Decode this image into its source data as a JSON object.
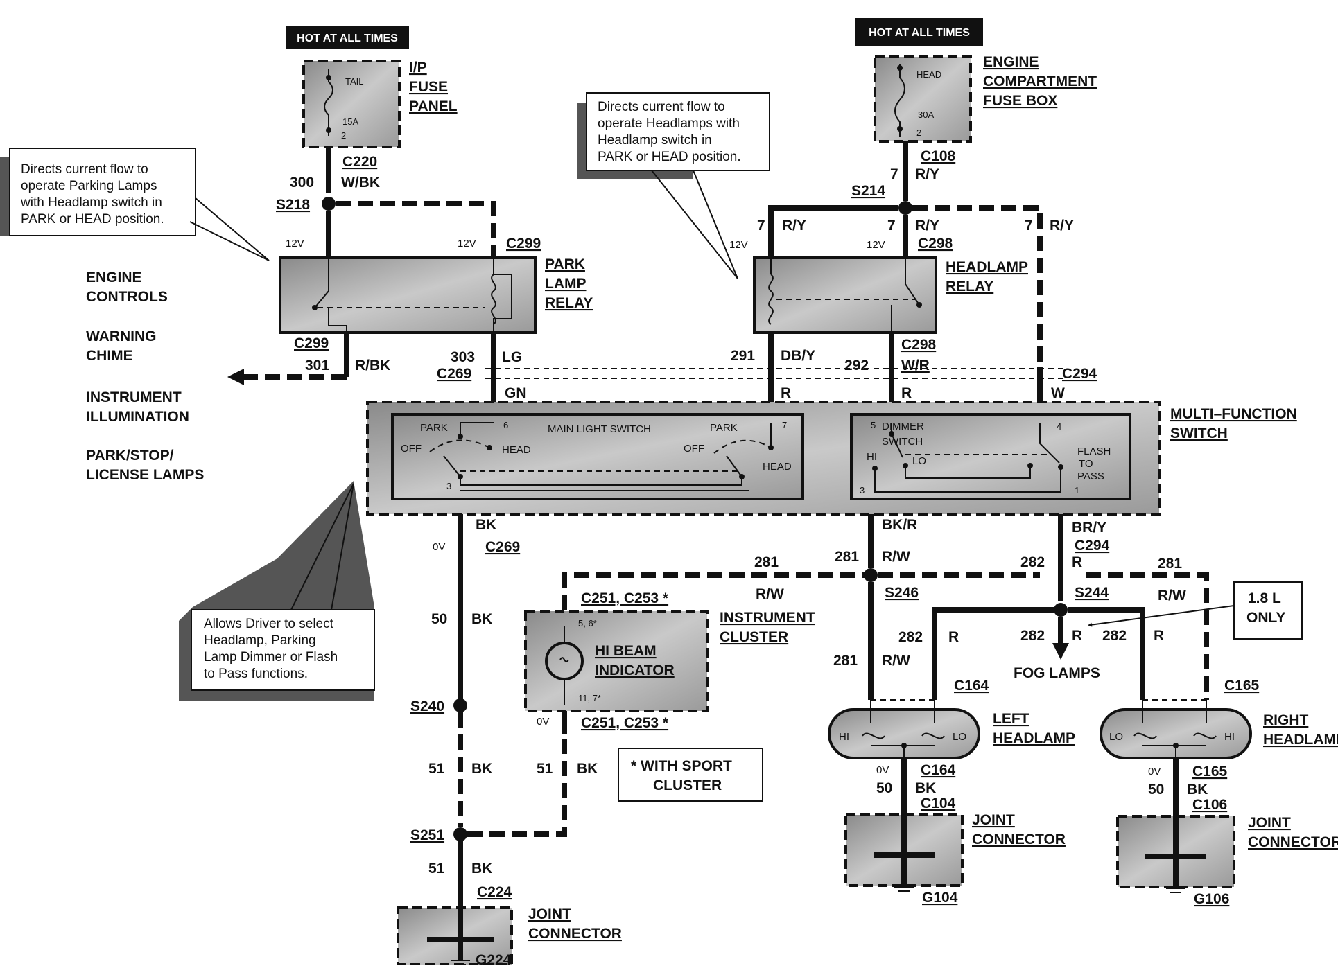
{
  "notes": {
    "hot1": "HOT AT ALL TIMES",
    "hot2": "HOT AT ALL TIMES",
    "park_callout": [
      "Directs current flow to",
      "operate Parking Lamps",
      "with Headlamp switch in",
      "PARK or HEAD position."
    ],
    "head_callout": [
      "Directs current flow to",
      "operate Headlamps with",
      "Headlamp switch in",
      "PARK or HEAD position."
    ],
    "mfs_callout": [
      "Allows Driver to select",
      "Headlamp, Parking",
      "Lamp Dimmer or Flash",
      "to Pass functions."
    ],
    "sport": [
      "*  WITH SPORT",
      "CLUSTER"
    ],
    "engine_only": [
      "1.8 L",
      "ONLY"
    ]
  },
  "components": {
    "ip_fuse": [
      "I/P",
      "FUSE",
      "PANEL"
    ],
    "ip_fuse_tail": "TAIL",
    "ip_fuse_amp": "15A",
    "ip_fuse_pin": "2",
    "eng_fuse": [
      "ENGINE",
      "COMPARTMENT",
      "FUSE BOX"
    ],
    "eng_fuse_head": "HEAD",
    "eng_fuse_amp": "30A",
    "eng_fuse_pin": "2",
    "park_relay": [
      "PARK",
      "LAMP",
      "RELAY"
    ],
    "head_relay": [
      "HEADLAMP",
      "RELAY"
    ],
    "mfs": [
      "MULTI–FUNCTION",
      "SWITCH"
    ],
    "main_light_switch": "MAIN LIGHT SWITCH",
    "park": "PARK",
    "off": "OFF",
    "head": "HEAD",
    "dimmer": [
      "DIMMER",
      "SWITCH"
    ],
    "hi": "HI",
    "lo": "LO",
    "flash": [
      "FLASH",
      "TO",
      "PASS"
    ],
    "inst_cluster": [
      "INSTRUMENT",
      "CLUSTER"
    ],
    "hi_beam": [
      "HI BEAM",
      "INDICATOR"
    ],
    "left_headlamp": [
      "LEFT",
      "HEADLAMP"
    ],
    "right_headlamp": [
      "RIGHT",
      "HEADLAMP"
    ],
    "joint_connector": [
      "JOINT",
      "CONNECTOR"
    ],
    "fog_lamps": "FOG LAMPS",
    "circuits_list": [
      "ENGINE",
      "CONTROLS",
      "WARNING",
      "CHIME",
      "INSTRUMENT",
      "ILLUMINATION",
      "PARK/STOP/",
      "LICENSE LAMPS"
    ]
  },
  "connectors": {
    "C220": "C220",
    "C299": "C299",
    "C269": "C269",
    "C108": "C108",
    "C298": "C298",
    "C294": "C294",
    "C251": "C251, C253 *",
    "C164": "C164",
    "C165": "C165",
    "C104": "C104",
    "C106": "C106",
    "C224": "C224",
    "S218": "S218",
    "S214": "S214",
    "S246": "S246",
    "S244": "S244",
    "S240": "S240",
    "S251": "S251",
    "G104": "G104",
    "G106": "G106",
    "G224": "G224"
  },
  "wires": {
    "w300": "300",
    "wbk": "W/BK",
    "w301": "301",
    "rbk": "R/BK",
    "w303": "303",
    "lg": "LG",
    "gn": "GN",
    "r": "R",
    "w": "W",
    "w7": "7",
    "ry": "R/Y",
    "w291": "291",
    "dby": "DB/Y",
    "w292": "292",
    "wr": "W/R",
    "bk": "BK",
    "bkr": "BK/R",
    "bry": "BR/Y",
    "w281": "281",
    "rw": "R/W",
    "w282": "282",
    "w50": "50",
    "w51": "51",
    "v12": "12V",
    "v0": "0V"
  },
  "pins": {
    "p6": "6",
    "p7": "7",
    "p3": "3",
    "p5": "5",
    "p4": "4",
    "p1": "1",
    "p56": "5, 6*",
    "p117": "11, 7*"
  }
}
